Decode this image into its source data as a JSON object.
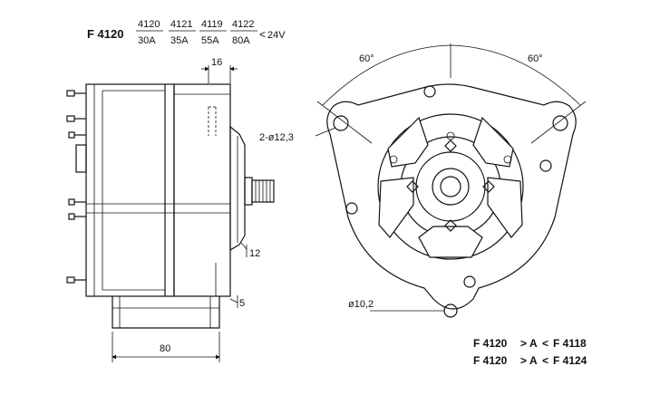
{
  "header": {
    "model": "F 4120",
    "variants": [
      {
        "code": "4120",
        "amps": "30A"
      },
      {
        "code": "4121",
        "amps": "35A"
      },
      {
        "code": "4119",
        "amps": "55A"
      },
      {
        "code": "4122",
        "amps": "80A"
      }
    ],
    "voltage": "24V"
  },
  "dimensions": {
    "d16": "16",
    "d12": "12",
    "d5": "5",
    "d80": "80",
    "angle_left": "60°",
    "angle_right": "60°",
    "holes": "2-ø12,3",
    "hole_single": "ø10,2"
  },
  "footer": {
    "lines": [
      {
        "a": "F 4120",
        "b": "A",
        "c": "F 4118"
      },
      {
        "a": "F 4120",
        "b": "A",
        "c": "F 4124"
      }
    ]
  }
}
